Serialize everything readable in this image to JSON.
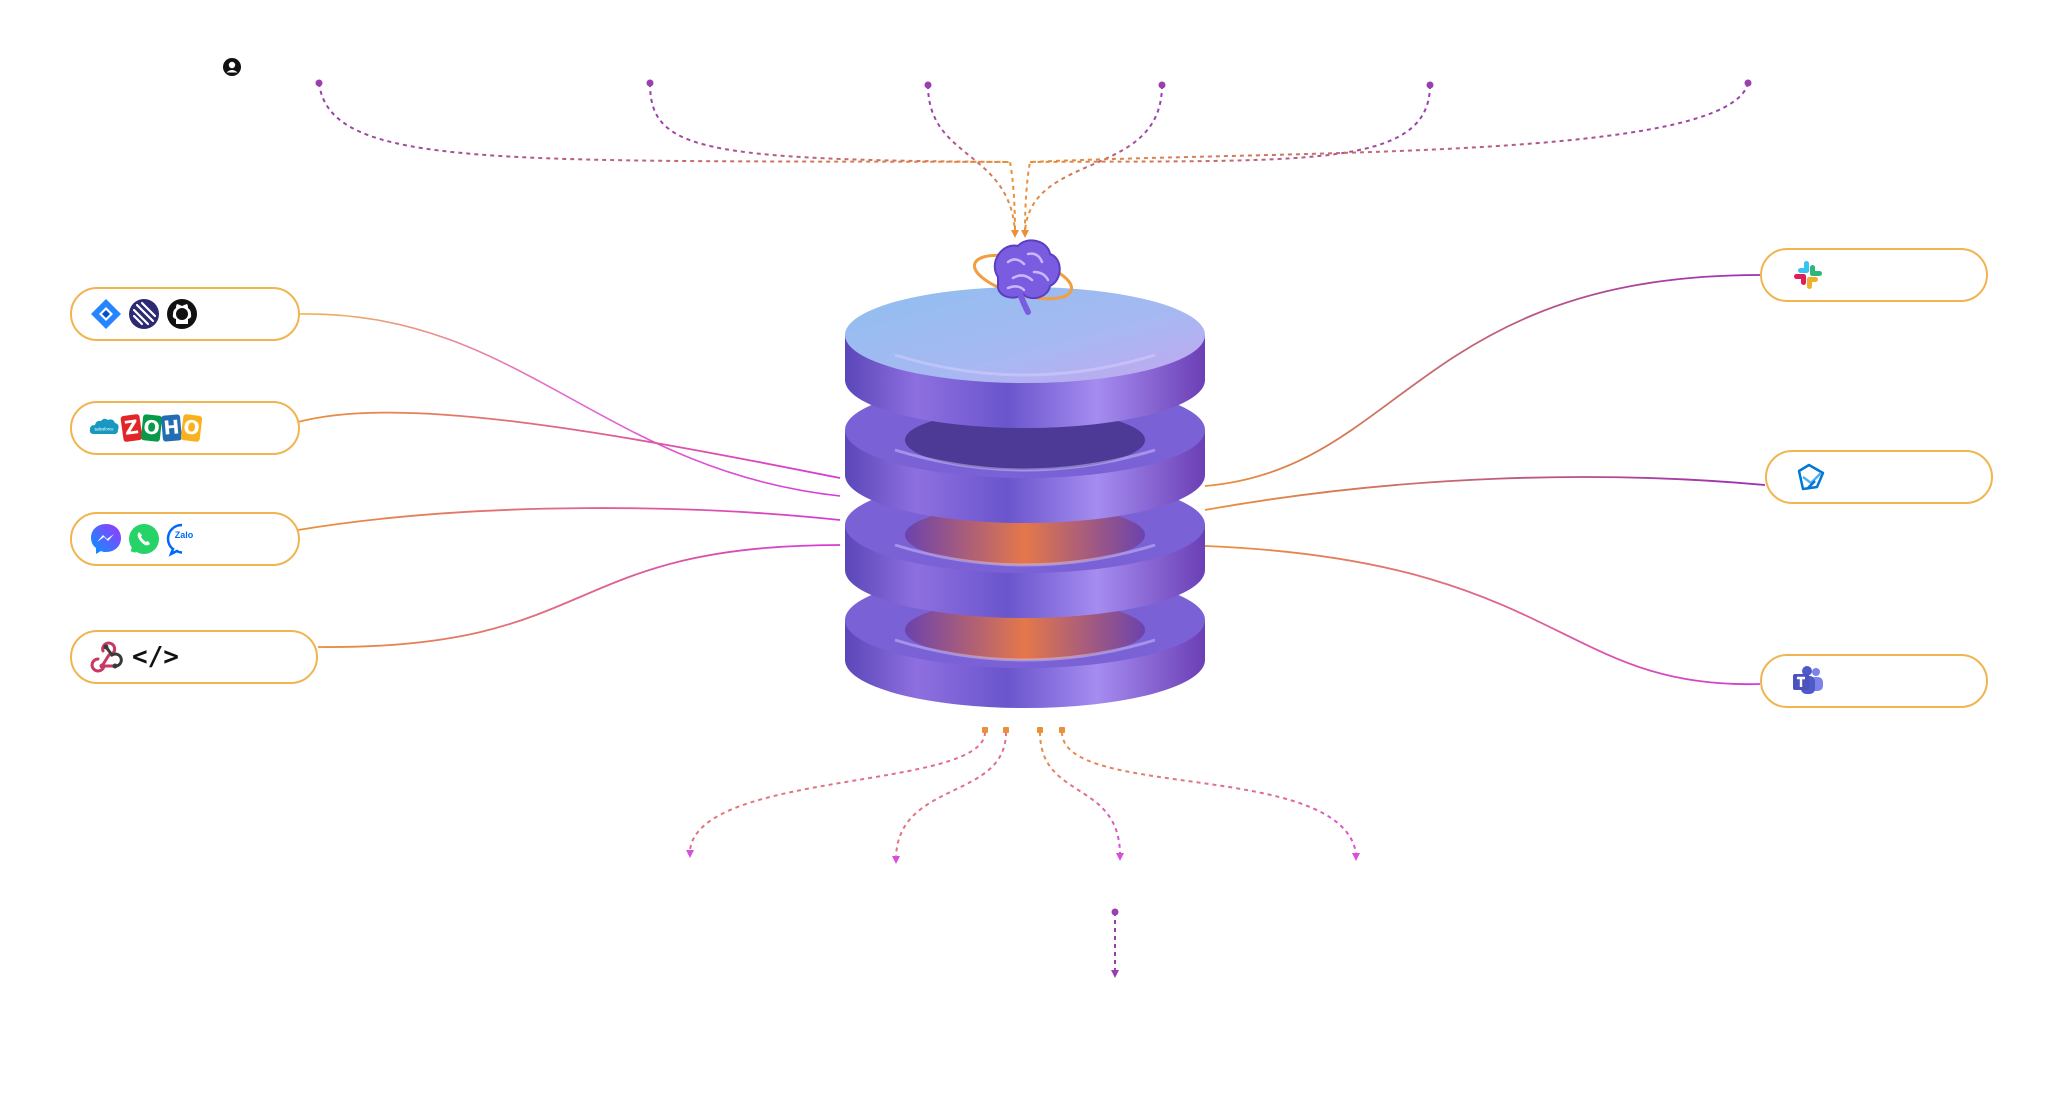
{
  "diagram": {
    "colors": {
      "pill_border": "#f0b450",
      "line_orange": "#e8913a",
      "line_magenta": "#d63bd6",
      "line_purple": "#9a2fb8",
      "dash_top": "#9a3fb0",
      "dash_bottom": "#d94fd9"
    },
    "center": {
      "label_icon": "database-stack-icon",
      "top_icon": "brain-orbit-icon"
    },
    "left_nodes": [
      {
        "id": "dev-tools",
        "icons": [
          "jira-icon",
          "linear-icon",
          "github-icon"
        ]
      },
      {
        "id": "crm",
        "icons": [
          "salesforce-icon",
          "zoho-icon"
        ],
        "zoho_letters": [
          "Z",
          "O",
          "H",
          "O"
        ],
        "salesforce_text": "salesforce"
      },
      {
        "id": "messaging",
        "icons": [
          "messenger-icon",
          "whatsapp-icon",
          "zalo-icon"
        ],
        "zalo_text": "Zalo"
      },
      {
        "id": "developer",
        "icons": [
          "webhook-icon",
          "code-icon"
        ],
        "code_text": "</>"
      }
    ],
    "right_nodes": [
      {
        "id": "slack",
        "icons": [
          "slack-icon"
        ]
      },
      {
        "id": "azure-bot",
        "icons": [
          "azure-bot-icon"
        ]
      },
      {
        "id": "teams",
        "icons": [
          "teams-icon"
        ]
      }
    ],
    "top_inputs": 6,
    "bottom_outputs": 4,
    "bottom_single": 1
  }
}
